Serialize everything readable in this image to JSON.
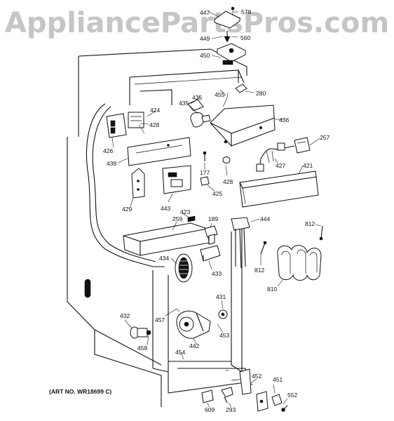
{
  "watermark": "AppliancePartsPros.com",
  "art_number": "(ART NO. WR18699 C)",
  "parts": [
    {
      "key": "447",
      "label": "447"
    },
    {
      "key": "578",
      "label": "578"
    },
    {
      "key": "449",
      "label": "449"
    },
    {
      "key": "560",
      "label": "560"
    },
    {
      "key": "450",
      "label": "450"
    },
    {
      "key": "455",
      "label": "455"
    },
    {
      "key": "280",
      "label": "280"
    },
    {
      "key": "435a",
      "label": "435"
    },
    {
      "key": "435b",
      "label": "435"
    },
    {
      "key": "424",
      "label": "424"
    },
    {
      "key": "428a",
      "label": "428"
    },
    {
      "key": "436",
      "label": "436"
    },
    {
      "key": "426",
      "label": "426"
    },
    {
      "key": "439",
      "label": "439"
    },
    {
      "key": "257",
      "label": "257"
    },
    {
      "key": "427",
      "label": "427"
    },
    {
      "key": "421",
      "label": "421"
    },
    {
      "key": "177",
      "label": "177"
    },
    {
      "key": "428b",
      "label": "428"
    },
    {
      "key": "425",
      "label": "425"
    },
    {
      "key": "429",
      "label": "429"
    },
    {
      "key": "443",
      "label": "443"
    },
    {
      "key": "423",
      "label": "423"
    },
    {
      "key": "259",
      "label": "259"
    },
    {
      "key": "189",
      "label": "189"
    },
    {
      "key": "444",
      "label": "444"
    },
    {
      "key": "812a",
      "label": "812"
    },
    {
      "key": "434",
      "label": "434"
    },
    {
      "key": "433",
      "label": "433"
    },
    {
      "key": "812b",
      "label": "812"
    },
    {
      "key": "810",
      "label": "810"
    },
    {
      "key": "431",
      "label": "431"
    },
    {
      "key": "432",
      "label": "432"
    },
    {
      "key": "457",
      "label": "457"
    },
    {
      "key": "442",
      "label": "442"
    },
    {
      "key": "453",
      "label": "453"
    },
    {
      "key": "458",
      "label": "458"
    },
    {
      "key": "454",
      "label": "454"
    },
    {
      "key": "452",
      "label": "452"
    },
    {
      "key": "451",
      "label": "451"
    },
    {
      "key": "552",
      "label": "552"
    },
    {
      "key": "609",
      "label": "609"
    },
    {
      "key": "293",
      "label": "293"
    }
  ]
}
